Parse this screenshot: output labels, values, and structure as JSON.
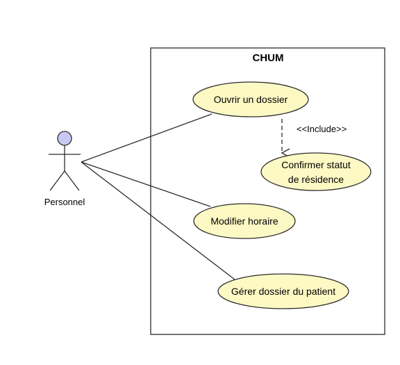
{
  "diagram": {
    "system": {
      "name": "CHUM"
    },
    "actor": {
      "name": "Personnel",
      "head_color": "#c8c8f4"
    },
    "use_cases": [
      {
        "id": "ouvrir",
        "lines": [
          "Ouvrir un dossier"
        ]
      },
      {
        "id": "confirmer",
        "lines": [
          "Confirmer statut",
          "de résidence"
        ]
      },
      {
        "id": "modifier",
        "lines": [
          "Modifier horaire"
        ]
      },
      {
        "id": "gerer",
        "lines": [
          "Gérer dossier du patient"
        ]
      }
    ],
    "relationships": [
      {
        "from": "ouvrir",
        "to": "confirmer",
        "stereotype": "<<Include>>"
      }
    ],
    "colors": {
      "use_case_fill": "#fdf9c4",
      "stroke": "#2b2b2b"
    }
  }
}
